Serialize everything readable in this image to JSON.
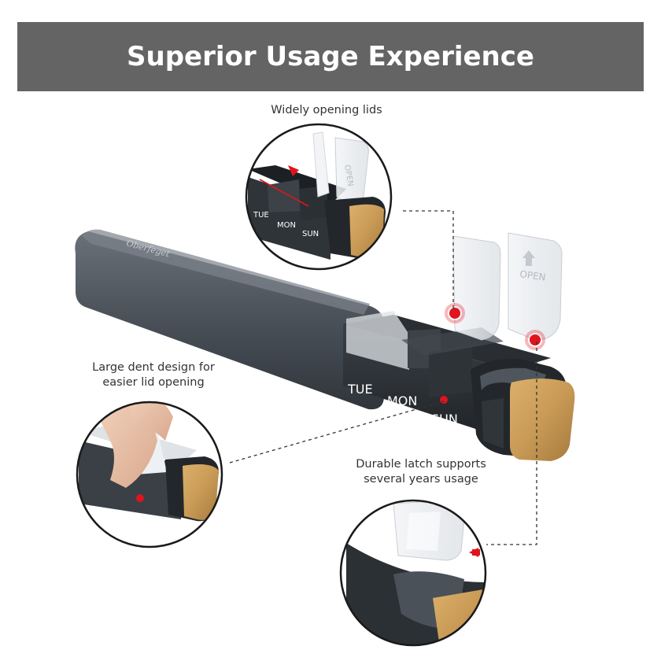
{
  "banner": {
    "title": "Superior Usage Experience"
  },
  "captions": {
    "lids": "Widely opening lids",
    "dent_line1": "Large dent design for",
    "dent_line2": "easier lid opening",
    "latch_line1": "Durable latch supports",
    "latch_line2": "several years usage"
  },
  "product": {
    "brand": "Oberfeget",
    "days": [
      "TUE",
      "MON",
      "SUN"
    ],
    "lid_text": "OPEN"
  },
  "colors": {
    "banner": "#646464",
    "case": "#4b525a",
    "accent_red": "#e0141e",
    "bamboo": "#c89a56"
  }
}
